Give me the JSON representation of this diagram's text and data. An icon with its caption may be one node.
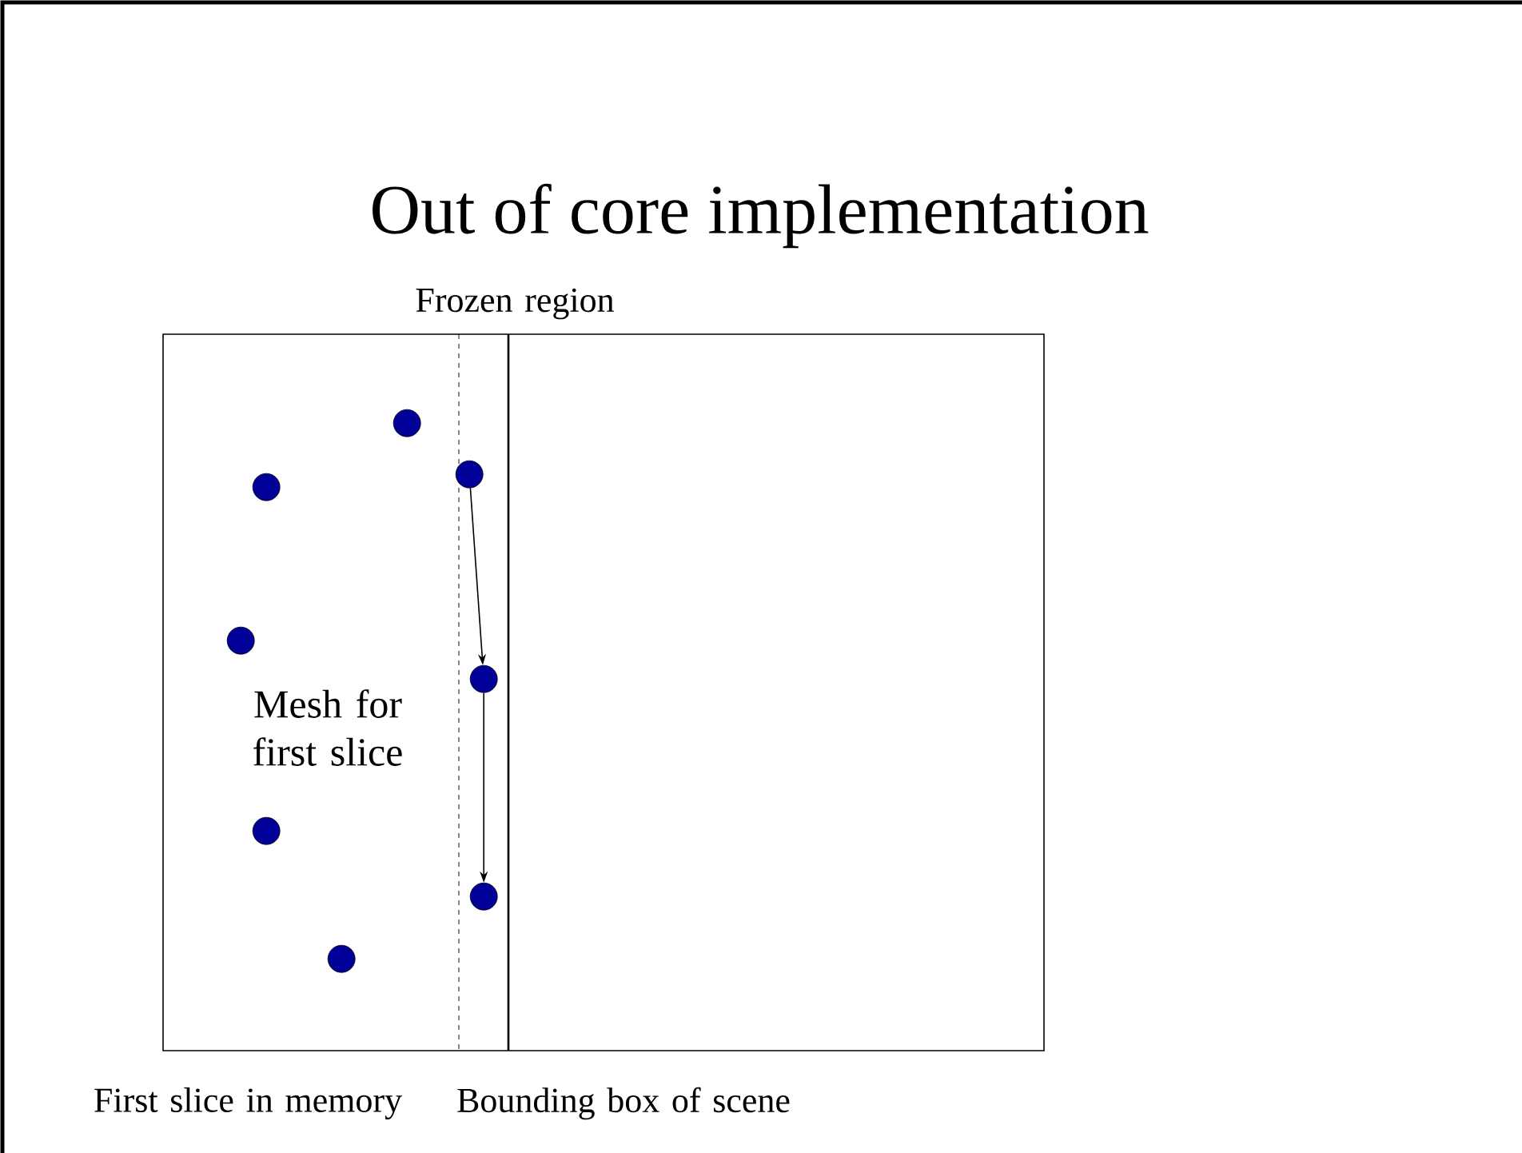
{
  "diagram": {
    "title": "Out of core implementation",
    "nodes": [
      {
        "text": [],
        "shape": "box"
      },
      {
        "text": [],
        "shape": "circle",
        "in": 0
      },
      {
        "text": [],
        "shape": "circle",
        "in": 0
      },
      {
        "text": [],
        "shape": "circle",
        "in": 0
      },
      {
        "text": [],
        "shape": "circle",
        "in": 0
      },
      {
        "text": [],
        "shape": "circle",
        "in": 0
      },
      {
        "text": [],
        "shape": "circle",
        "in": 0
      },
      {
        "text": [],
        "shape": "circle",
        "in": 0
      },
      {
        "text": [],
        "shape": "circle",
        "in": 0
      }
    ],
    "edges": [
      {
        "from": 2,
        "to": 5,
        "arrow": "to"
      },
      {
        "from": 5,
        "to": 7,
        "arrow": "to"
      }
    ],
    "labels": [
      "Frozen region",
      "Mesh for first slice",
      "First slice in memory",
      "Bounding box of scene"
    ]
  }
}
